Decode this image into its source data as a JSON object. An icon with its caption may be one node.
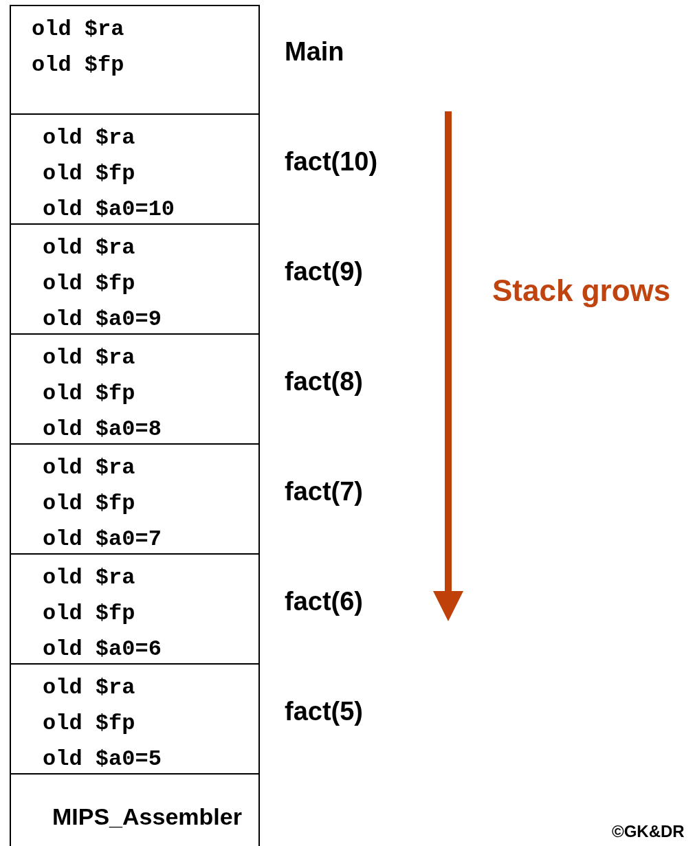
{
  "diagram": {
    "nodes": [
      {
        "text": [
          "old $ra",
          "old $fp"
        ],
        "beside": [
          "Main"
        ]
      },
      {
        "text": [
          "old $ra",
          "old $fp",
          "old $a0=10"
        ],
        "beside": [
          "fact(10)"
        ]
      },
      {
        "text": [
          "old $ra",
          "old $fp",
          "old $a0=9"
        ],
        "beside": [
          "fact(9)"
        ]
      },
      {
        "text": [
          "old $ra",
          "old $fp",
          "old $a0=8"
        ],
        "beside": [
          "fact(8)"
        ]
      },
      {
        "text": [
          "old $ra",
          "old $fp",
          "old $a0=7"
        ],
        "beside": [
          "fact(7)"
        ]
      },
      {
        "text": [
          "old $ra",
          "old $fp",
          "old $a0=6"
        ],
        "beside": [
          "fact(6)"
        ]
      },
      {
        "text": [
          "old $ra",
          "old $fp",
          "old $a0=5"
        ],
        "beside": [
          "fact(5)"
        ]
      },
      {
        "text": [
          "MIPS_Assembler"
        ]
      }
    ],
    "labels": [
      "Stack grows",
      "©GK&DR"
    ]
  }
}
